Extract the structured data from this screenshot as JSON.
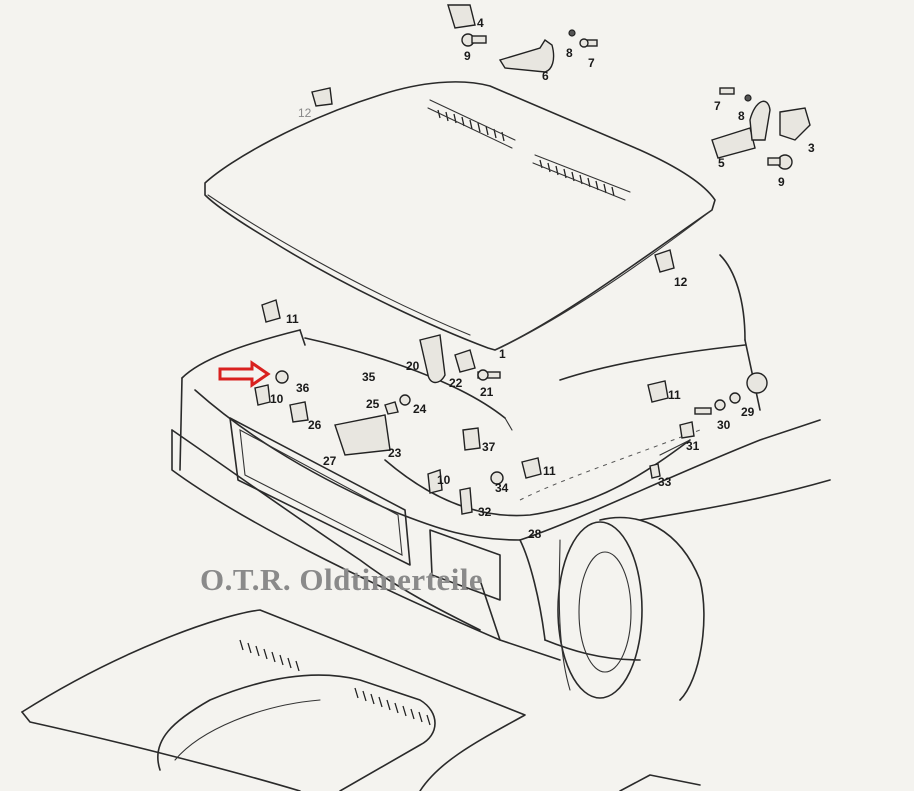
{
  "watermark": "O.T.R. Oldtimerteile",
  "marker": {
    "color": "#d9211f",
    "icon": "red-arrow-right-icon"
  },
  "callouts": {
    "n1": "1",
    "n3": "3",
    "n4": "4",
    "n5": "5",
    "n6": "6",
    "n7a": "7",
    "n7b": "7",
    "n8a": "8",
    "n8b": "8",
    "n9a": "9",
    "n9b": "9",
    "n10a": "10",
    "n10b": "10",
    "n11a": "11",
    "n11b": "11",
    "n11c": "11",
    "n12a": "12",
    "n12b": "12",
    "n20": "20",
    "n21": "21",
    "n22": "22",
    "n23": "23",
    "n24": "24",
    "n25": "25",
    "n26": "26",
    "n27": "27",
    "n28": "28",
    "n29": "29",
    "n30": "30",
    "n31": "31",
    "n32": "32",
    "n33": "33",
    "n34": "34",
    "n35": "35",
    "n36": "36",
    "n37": "37"
  }
}
